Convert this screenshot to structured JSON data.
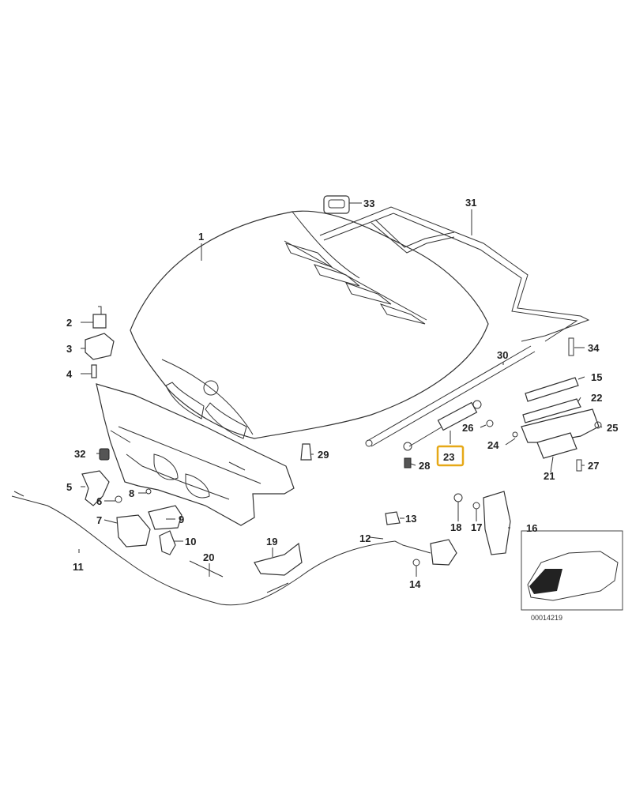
{
  "diagram": {
    "highlighted_part": "23",
    "highlight_color": "#e6a817",
    "reference_code": "00014219",
    "callouts": [
      "1",
      "2",
      "3",
      "4",
      "5",
      "6",
      "7",
      "8",
      "9",
      "10",
      "11",
      "12",
      "13",
      "14",
      "15",
      "16",
      "17",
      "18",
      "19",
      "20",
      "21",
      "22",
      "23",
      "24",
      "25",
      "26",
      "27",
      "28",
      "29",
      "30",
      "31",
      "32",
      "33",
      "34"
    ]
  }
}
